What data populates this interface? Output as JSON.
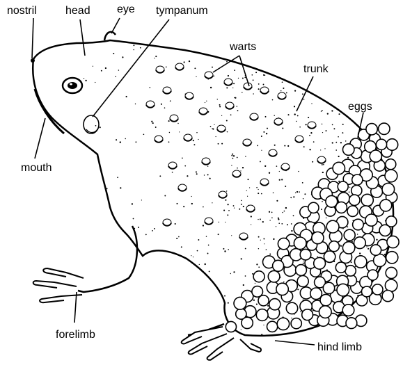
{
  "labels": {
    "nostril": "nostril",
    "head": "head",
    "eye": "eye",
    "tympanum": "tympanum",
    "warts": "warts",
    "trunk": "trunk",
    "eggs": "eggs",
    "mouth": "mouth",
    "forelimb": "forelimb",
    "hind_limb": "hind limb"
  },
  "colors": {
    "ink": "#000000",
    "paper": "#ffffff"
  }
}
